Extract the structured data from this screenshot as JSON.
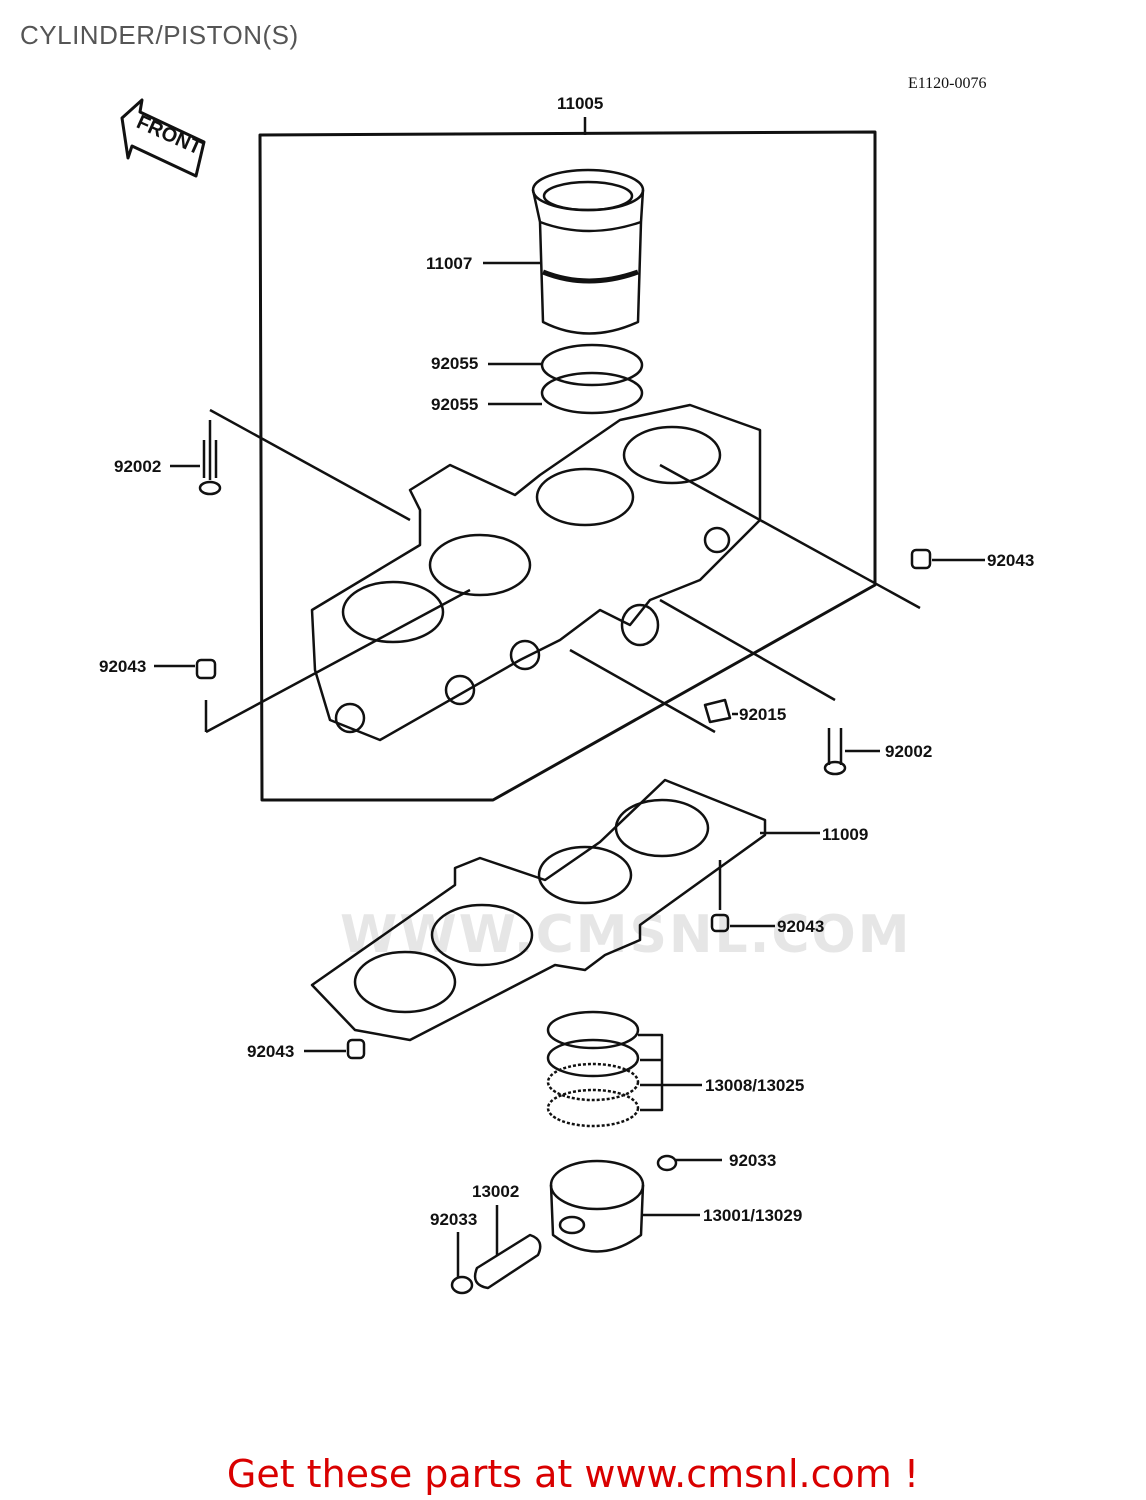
{
  "header": {
    "title": "CYLINDER/PISTON(S)",
    "diagram_code": "E1120-0076",
    "front_arrow_label": "FRONT"
  },
  "watermark": "WWW.CMSNL.COM",
  "callouts": [
    {
      "id": "c11005",
      "text": "11005"
    },
    {
      "id": "c11007",
      "text": "11007"
    },
    {
      "id": "c92055a",
      "text": "92055"
    },
    {
      "id": "c92055b",
      "text": "92055"
    },
    {
      "id": "c92002a",
      "text": "92002"
    },
    {
      "id": "c92043a",
      "text": "92043"
    },
    {
      "id": "c92043b",
      "text": "92043"
    },
    {
      "id": "c92015",
      "text": "92015"
    },
    {
      "id": "c92002b",
      "text": "92002"
    },
    {
      "id": "c11009",
      "text": "11009"
    },
    {
      "id": "c92043c",
      "text": "92043"
    },
    {
      "id": "c92043d",
      "text": "92043"
    },
    {
      "id": "c13008",
      "text": "13008/13025"
    },
    {
      "id": "c92033a",
      "text": "92033"
    },
    {
      "id": "c13002",
      "text": "13002"
    },
    {
      "id": "c92033b",
      "text": "92033"
    },
    {
      "id": "c13001",
      "text": "13001/13029"
    }
  ],
  "footer": {
    "link_text": "Get these parts at www.cmsnl.com !",
    "link_color": "#d90000"
  }
}
